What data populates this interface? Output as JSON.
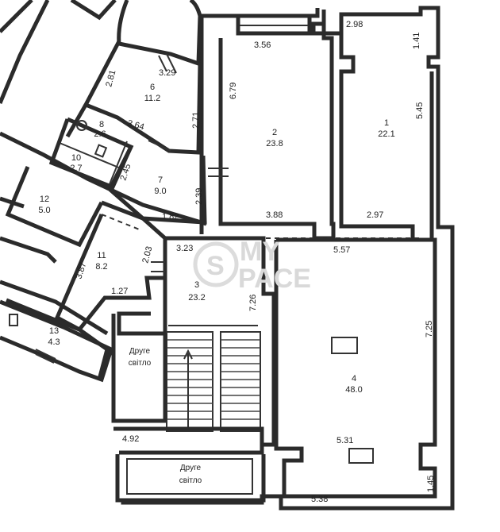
{
  "watermark": {
    "line1": "MY",
    "line2": "PACE",
    "mark": "S"
  },
  "rooms": [
    {
      "id": "r1",
      "number": "1",
      "area": "22.1"
    },
    {
      "id": "r2",
      "number": "2",
      "area": "23.8"
    },
    {
      "id": "r3",
      "number": "3",
      "area": "23.2"
    },
    {
      "id": "r4",
      "number": "4",
      "area": "48.0"
    },
    {
      "id": "r6",
      "number": "6",
      "area": "11.2"
    },
    {
      "id": "r7",
      "number": "7",
      "area": "9.0"
    },
    {
      "id": "r8",
      "number": "8",
      "area": "2.6"
    },
    {
      "id": "r10",
      "number": "10",
      "area": "2.7"
    },
    {
      "id": "r11",
      "number": "11",
      "area": "8.2"
    },
    {
      "id": "r12",
      "number": "12",
      "area": "5.0"
    },
    {
      "id": "r13",
      "number": "13",
      "area": "4.3"
    }
  ],
  "dimensions": [
    "3.56",
    "2.98",
    "1.41",
    "6.79",
    "5.45",
    "3.88",
    "2.97",
    "5.57",
    "3.29",
    "2.81",
    "2.71",
    "3.64",
    "2.45",
    "2.39",
    "1.82",
    "3.23",
    "2.03",
    "3.87",
    "1.27",
    "7.26",
    "7.25",
    "5.31",
    "4.92",
    "5.38",
    "1.45"
  ],
  "labels": [
    {
      "id": "light1",
      "line1": "Друге",
      "line2": "світло"
    },
    {
      "id": "light2",
      "line1": "Друге",
      "line2": "світло"
    }
  ]
}
